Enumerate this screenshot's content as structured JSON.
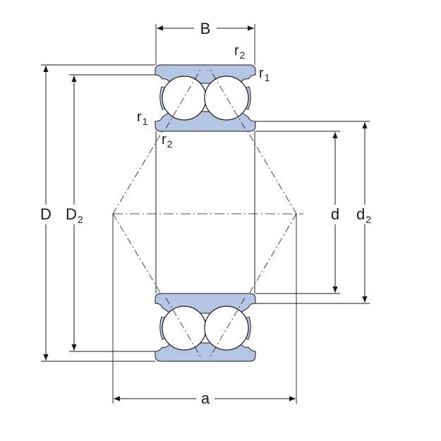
{
  "labels": {
    "B": "B",
    "D": "D",
    "D2": "D",
    "D2_sub": "2",
    "d": "d",
    "d2": "d",
    "d2_sub": "2",
    "a": "a",
    "r1": "r",
    "r1_sub": "1",
    "r2": "r",
    "r2_sub": "2"
  },
  "colors": {
    "ring_fill": "#b4c6e4",
    "line": "#1a1a1a",
    "ball_fill": "#ffffff",
    "background": "#ffffff"
  }
}
